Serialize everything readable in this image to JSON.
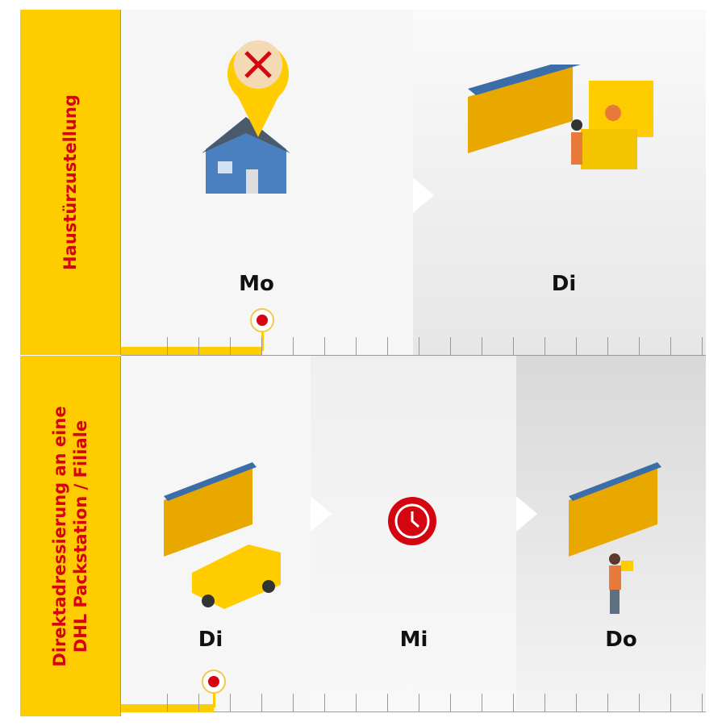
{
  "rows": [
    {
      "label": "Haustürzustellung",
      "days": [
        "Mo",
        "Di"
      ]
    },
    {
      "label_line1": "Direktadressierung an eine",
      "label_line2": "DHL Packstation / Filiale",
      "days": [
        "Di",
        "Mi",
        "Do"
      ]
    }
  ],
  "colors": {
    "yellow": "#ffcc00",
    "red": "#d40511"
  }
}
